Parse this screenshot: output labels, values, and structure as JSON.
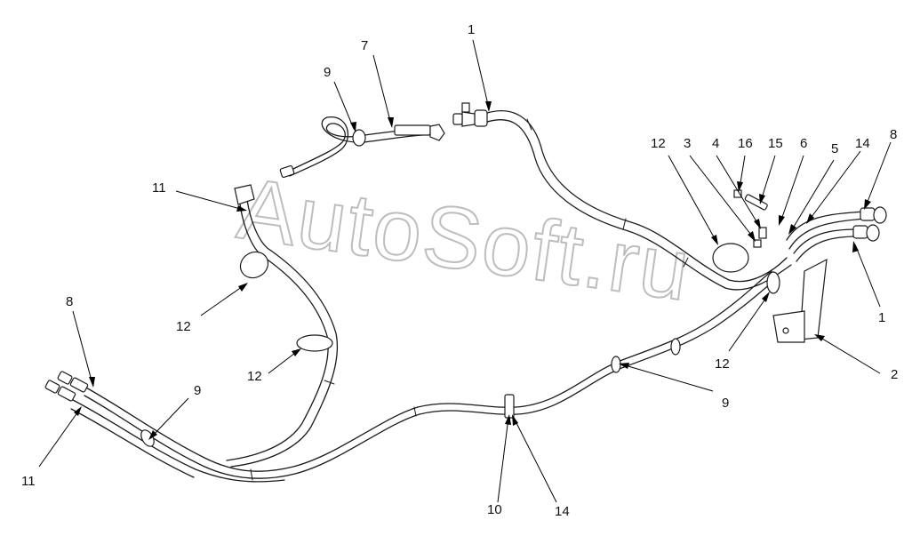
{
  "watermark": "AutoSoft.ru",
  "callouts": [
    {
      "id": "c1a",
      "text": "1"
    },
    {
      "id": "c1b",
      "text": "1"
    },
    {
      "id": "c2",
      "text": "2"
    },
    {
      "id": "c3",
      "text": "3"
    },
    {
      "id": "c4",
      "text": "4"
    },
    {
      "id": "c5",
      "text": "5"
    },
    {
      "id": "c6",
      "text": "6"
    },
    {
      "id": "c7",
      "text": "7"
    },
    {
      "id": "c8a",
      "text": "8"
    },
    {
      "id": "c8b",
      "text": "8"
    },
    {
      "id": "c9a",
      "text": "9"
    },
    {
      "id": "c9b",
      "text": "9"
    },
    {
      "id": "c9c",
      "text": "9"
    },
    {
      "id": "c10",
      "text": "10"
    },
    {
      "id": "c11a",
      "text": "11"
    },
    {
      "id": "c11b",
      "text": "11"
    },
    {
      "id": "c12a",
      "text": "12"
    },
    {
      "id": "c12b",
      "text": "12"
    },
    {
      "id": "c12c",
      "text": "12"
    },
    {
      "id": "c12d",
      "text": "12"
    },
    {
      "id": "c14a",
      "text": "14"
    },
    {
      "id": "c14b",
      "text": "14"
    },
    {
      "id": "c15",
      "text": "15"
    },
    {
      "id": "c16",
      "text": "16"
    }
  ]
}
